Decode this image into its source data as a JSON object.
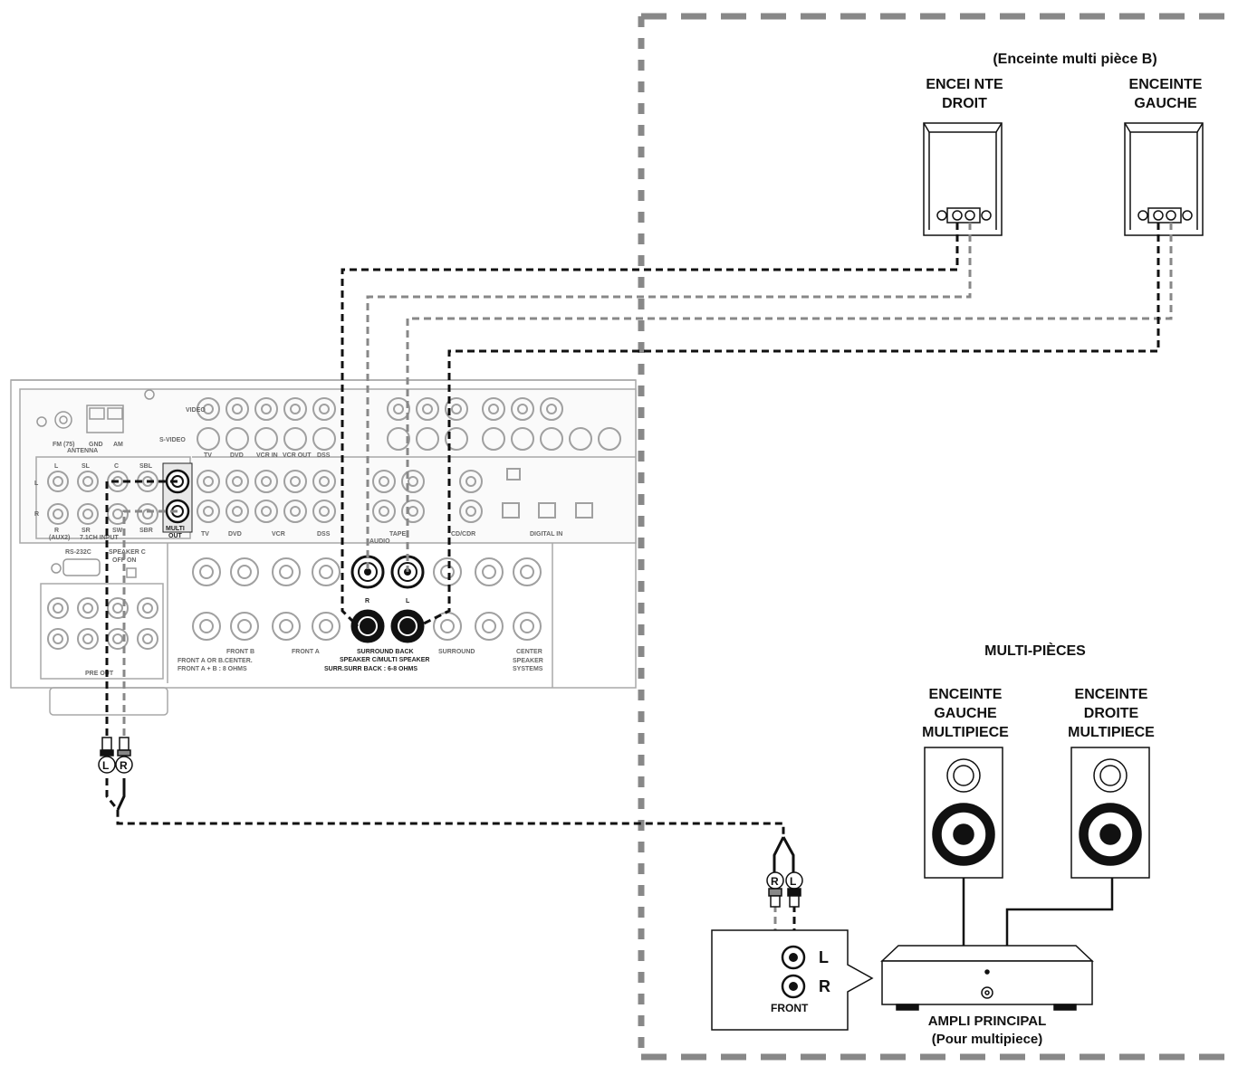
{
  "zone_b": {
    "title": "(Enceinte multi pièce B)",
    "right_speaker_label": [
      "ENCEI NTE",
      "DROIT"
    ],
    "left_speaker_label": [
      "ENCEINTE",
      "GAUCHE"
    ]
  },
  "multiroom": {
    "title": "MULTI-PIÈCES",
    "left_speaker_label": [
      "ENCEINTE",
      "GAUCHE",
      "MULTIPIECE"
    ],
    "right_speaker_label": [
      "ENCEINTE",
      "DROITE",
      "MULTIPIECE"
    ],
    "amp_label": [
      "AMPLI PRINCIPAL",
      "(Pour multipiece)"
    ]
  },
  "front_input": {
    "label_l": "L",
    "label_r": "R",
    "label_front": "FRONT"
  },
  "plugs": {
    "l": "L",
    "r": "R"
  },
  "receiver": {
    "antenna": "ANTENNA",
    "fm": "FM (75)",
    "gnd": "GND",
    "am": "AM",
    "video": "VIDEO",
    "s_video": "S-VIDEO",
    "sources": [
      "TV",
      "DVD",
      "VCR IN",
      "VCR OUT",
      "DSS"
    ],
    "ch_labels_top": [
      "L",
      "SL",
      "C",
      "SBL"
    ],
    "ch_labels_bottom": [
      "R",
      "SR",
      "SW",
      "SBR"
    ],
    "aux2": "(AUX2)",
    "input_71": "7.1CH INPUT",
    "multi_out": [
      "MULTI",
      "OUT"
    ],
    "audio_sources": [
      "TV",
      "DVD",
      "VCR",
      "DSS"
    ],
    "rs232c": "RS-232C",
    "speaker_c": [
      "SPEAKER C",
      "OFF  ON"
    ],
    "pre_out": "PRE OUT",
    "audio": "AUDIO",
    "tape": "TAPE",
    "cdr": "CD/CDR",
    "digital_in": "DIGITAL IN",
    "front_b": "FRONT B",
    "front_a": "FRONT A",
    "surround": "SURROUND",
    "center": "CENTER",
    "speaker_systems": [
      "SPEAKER",
      "SYSTEMS"
    ],
    "front_note": [
      "FRONT A OR B.CENTER.",
      "FRONT A + B : 8 OHMS"
    ],
    "surround_back": [
      "SURROUND BACK",
      "SPEAKER C/MULTI SPEAKER"
    ],
    "surr_note": "SURR.SURR BACK : 6-8 OHMS",
    "term_r": "R",
    "term_l": "L"
  }
}
